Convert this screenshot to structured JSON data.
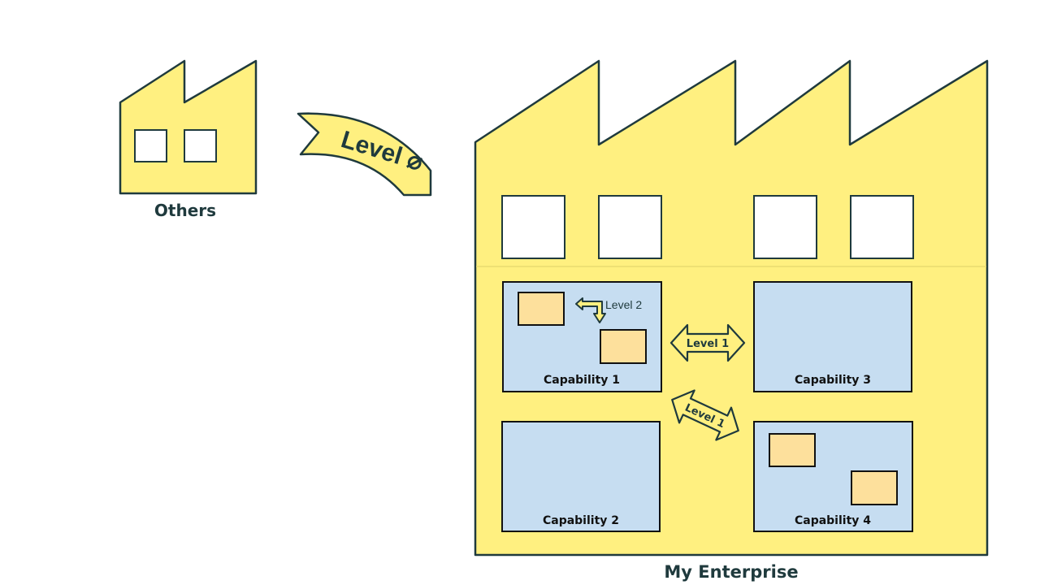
{
  "others_label": "Others",
  "enterprise_label": "My Enterprise",
  "level0_label": "Level ⌀",
  "level1_label_a": "Level 1",
  "level1_label_b": "Level 1",
  "level2_label": "Level 2",
  "capabilities": [
    "Capability 1",
    "Capability 2",
    "Capability 3",
    "Capability 4"
  ],
  "colors": {
    "factory": "#fff080",
    "outline": "#1f3a3d",
    "capability": "#c6ddf1",
    "component": "#fde09c"
  }
}
